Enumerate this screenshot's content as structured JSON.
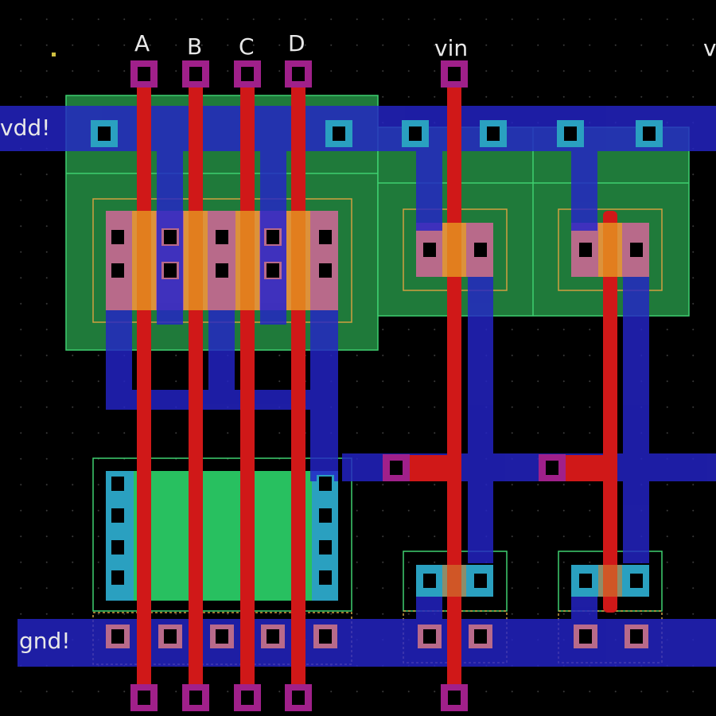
{
  "layout": {
    "title": "CMOS layout editor view",
    "labels": {
      "input_a": "A",
      "input_b": "B",
      "input_c": "C",
      "input_d": "D",
      "vin": "vin",
      "vdd": "vdd!",
      "gnd": "gnd!",
      "cut_off_right": "v"
    },
    "colors": {
      "background": "#000000",
      "poly": "#d01818",
      "metal1": "#2424c8",
      "nwell": "#1f7a3a",
      "pdiff": "#b86a8a",
      "ndiff": "#28c060",
      "contact_ring": "#2aa0c0",
      "poly_contact": "#a0208a"
    }
  }
}
